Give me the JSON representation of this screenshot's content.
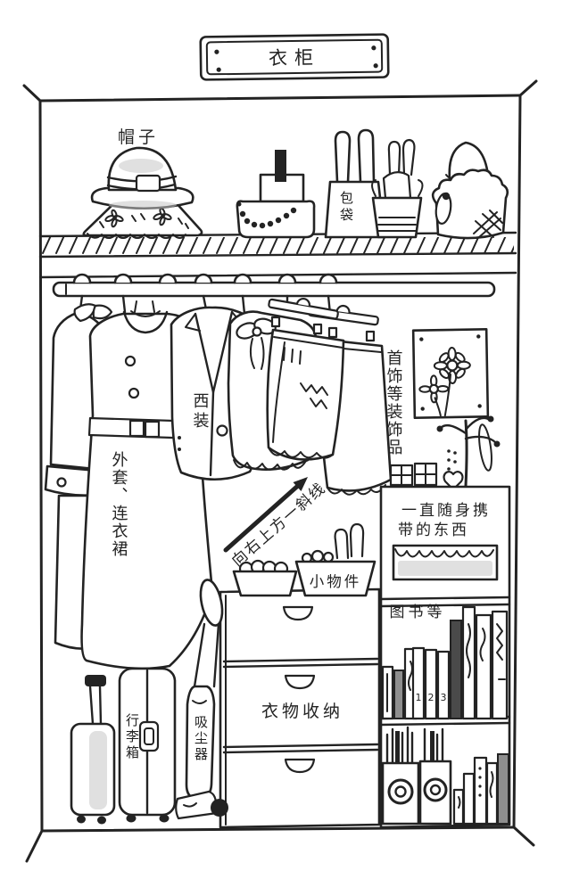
{
  "scene": {
    "title": "衣柜",
    "labels": {
      "hats": "帽子",
      "bags": "包袋",
      "suit": "西装",
      "coat_dress": "外套、连衣裙",
      "arrow_note": "向右上方一斜线",
      "jewelry_decor": "首饰等装饰品",
      "always_carry_line1": "一直随身携",
      "always_carry_line2": "带的东西",
      "books": "图书等",
      "small_items": "小物件",
      "clothes_storage": "衣物收纳",
      "luggage": "行李箱",
      "vacuum": "吸尘器"
    },
    "book_spine_numbers": [
      "1",
      "2",
      "3"
    ],
    "colors": {
      "ink": "#232323",
      "paper": "#ffffff",
      "shadow": "#c7c7c7"
    }
  }
}
